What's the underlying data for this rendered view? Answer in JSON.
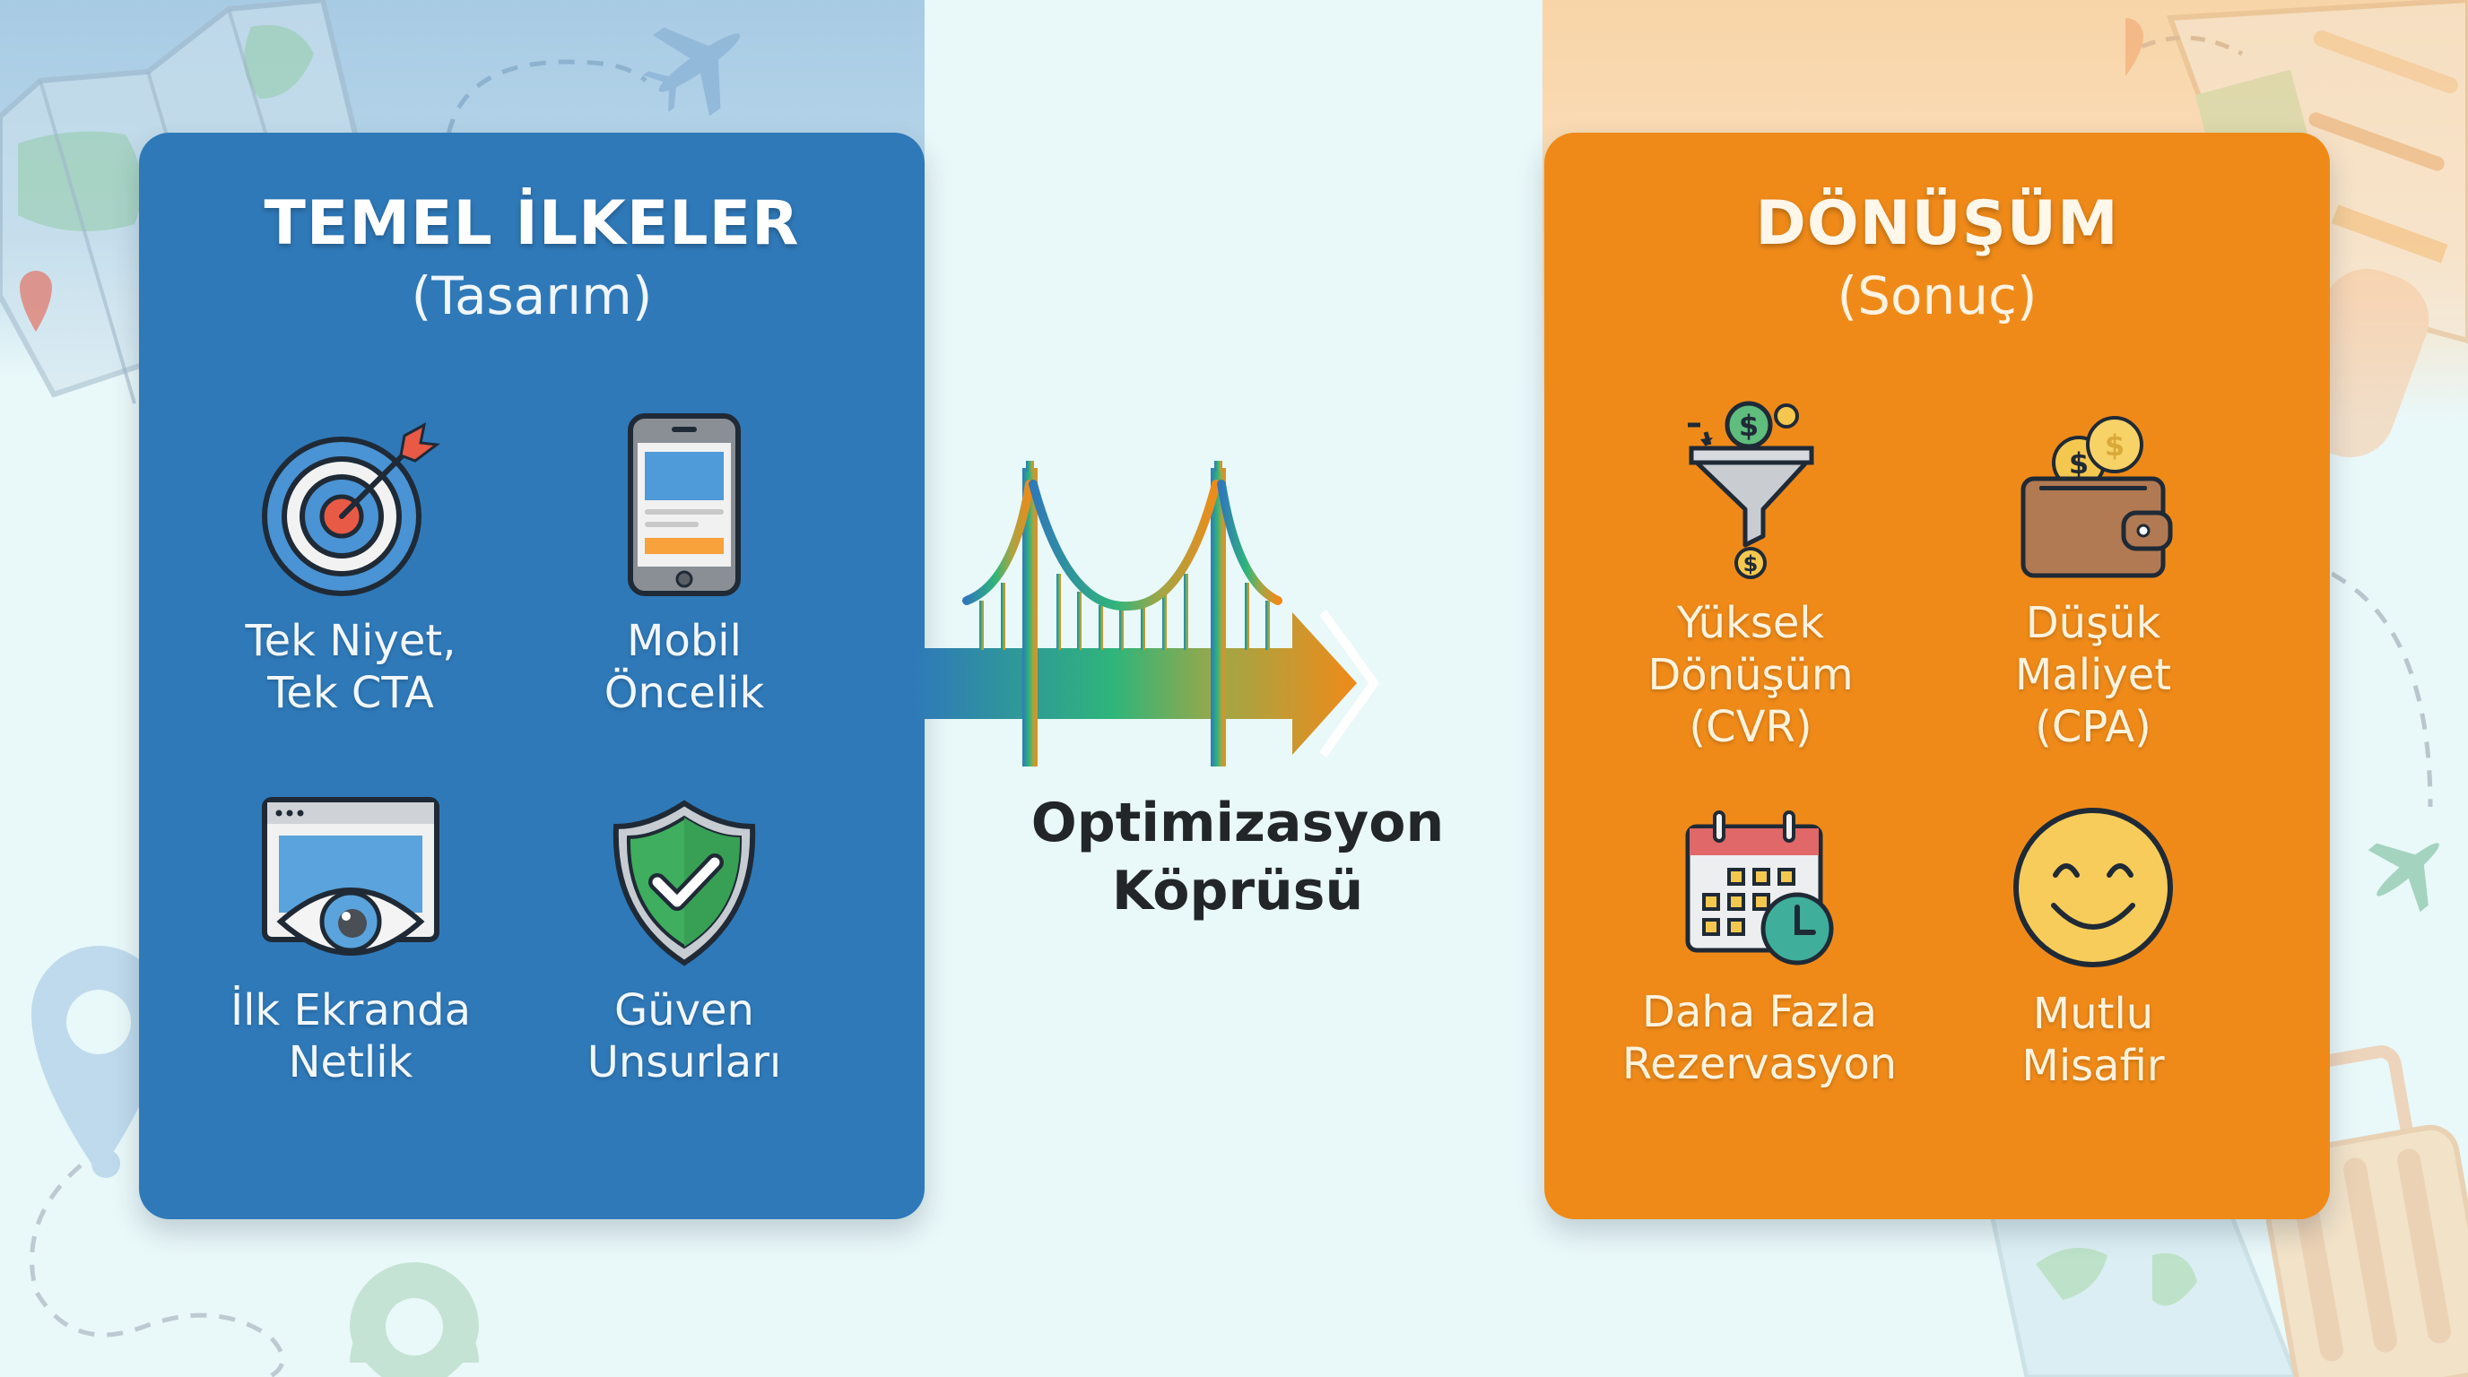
{
  "left_panel": {
    "title": "TEMEL İLKELER",
    "subtitle": "(Tasarım)",
    "color": "#2f79b9",
    "items": [
      {
        "icon": "target-icon",
        "line1": "Tek Niyet,",
        "line2": "Tek CTA"
      },
      {
        "icon": "mobile-phone-icon",
        "line1": "Mobil",
        "line2": "Öncelik"
      },
      {
        "icon": "browser-eye-icon",
        "line1": "İlk Ekranda",
        "line2": "Netlik"
      },
      {
        "icon": "shield-check-icon",
        "line1": "Güven",
        "line2": "Unsurları"
      }
    ]
  },
  "bridge": {
    "icon": "bridge-arrow-icon",
    "line1": "Optimizasyon",
    "line2": "Köprüsü",
    "gradient": [
      "#2f79b9",
      "#2fb57a",
      "#ef8a19"
    ]
  },
  "right_panel": {
    "title": "DÖNÜŞÜM",
    "subtitle": "(Sonuç)",
    "color": "#ef8a19",
    "items": [
      {
        "icon": "funnel-money-icon",
        "line1": "Yüksek",
        "line2": "Dönüşüm",
        "line3": "(CVR)"
      },
      {
        "icon": "wallet-coins-icon",
        "line1": "Düşük",
        "line2": "Maliyet",
        "line3": "(CPA)"
      },
      {
        "icon": "calendar-clock-icon",
        "line1": "Daha Fazla",
        "line2": "Rezervasyon"
      },
      {
        "icon": "smiley-face-icon",
        "line1": "Mutlu",
        "line2": "Misafir"
      }
    ]
  },
  "background": {
    "color": "#e9f8f9",
    "decorations": [
      "map-icon",
      "airplane-icon",
      "location-pin-icon",
      "browser-window-icon",
      "luggage-icon",
      "world-map-icon"
    ]
  }
}
